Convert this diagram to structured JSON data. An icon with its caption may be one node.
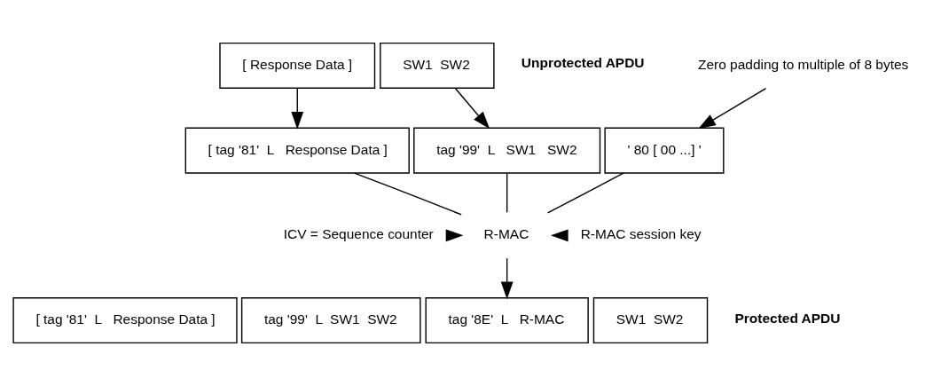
{
  "diagram": {
    "nodes": [
      {
        "text": [
          "[ Response Data ]"
        ]
      },
      {
        "text": [
          "SW1  SW2"
        ]
      },
      {
        "text": [
          "Zero padding to multiple of 8 bytes"
        ]
      },
      {
        "text": [
          "[ tag '81'  L   Response Data ]"
        ]
      },
      {
        "text": [
          "tag '99'  L   SW1   SW2"
        ]
      },
      {
        "text": [
          "' 80 [ 00 ...] '"
        ]
      },
      {
        "text": [
          "ICV = Sequence counter"
        ]
      },
      {
        "text": [
          "R-MAC"
        ]
      },
      {
        "text": [
          "R-MAC session key"
        ]
      },
      {
        "text": [
          "[ tag '81'  L   Response Data ]"
        ]
      },
      {
        "text": [
          "tag '99'  L  SW1  SW2"
        ]
      },
      {
        "text": [
          "tag '8E'  L   R-MAC"
        ]
      },
      {
        "text": [
          "SW1  SW2"
        ]
      }
    ],
    "edges": [
      {
        "from": 0,
        "to": 3,
        "arrow": "to"
      },
      {
        "from": 1,
        "to": 4,
        "arrow": "to"
      },
      {
        "from": 2,
        "to": 5,
        "arrow": "to"
      },
      {
        "from": 3,
        "to": 7,
        "arrow": "none"
      },
      {
        "from": 4,
        "to": 7,
        "arrow": "none"
      },
      {
        "from": 5,
        "to": 7,
        "arrow": "none"
      },
      {
        "from": 6,
        "to": 7,
        "arrow": "to"
      },
      {
        "from": 8,
        "to": 7,
        "arrow": "to"
      },
      {
        "from": 7,
        "to": 11,
        "arrow": "to"
      }
    ],
    "labels": [
      "Unprotected APDU",
      "Protected APDU"
    ]
  }
}
